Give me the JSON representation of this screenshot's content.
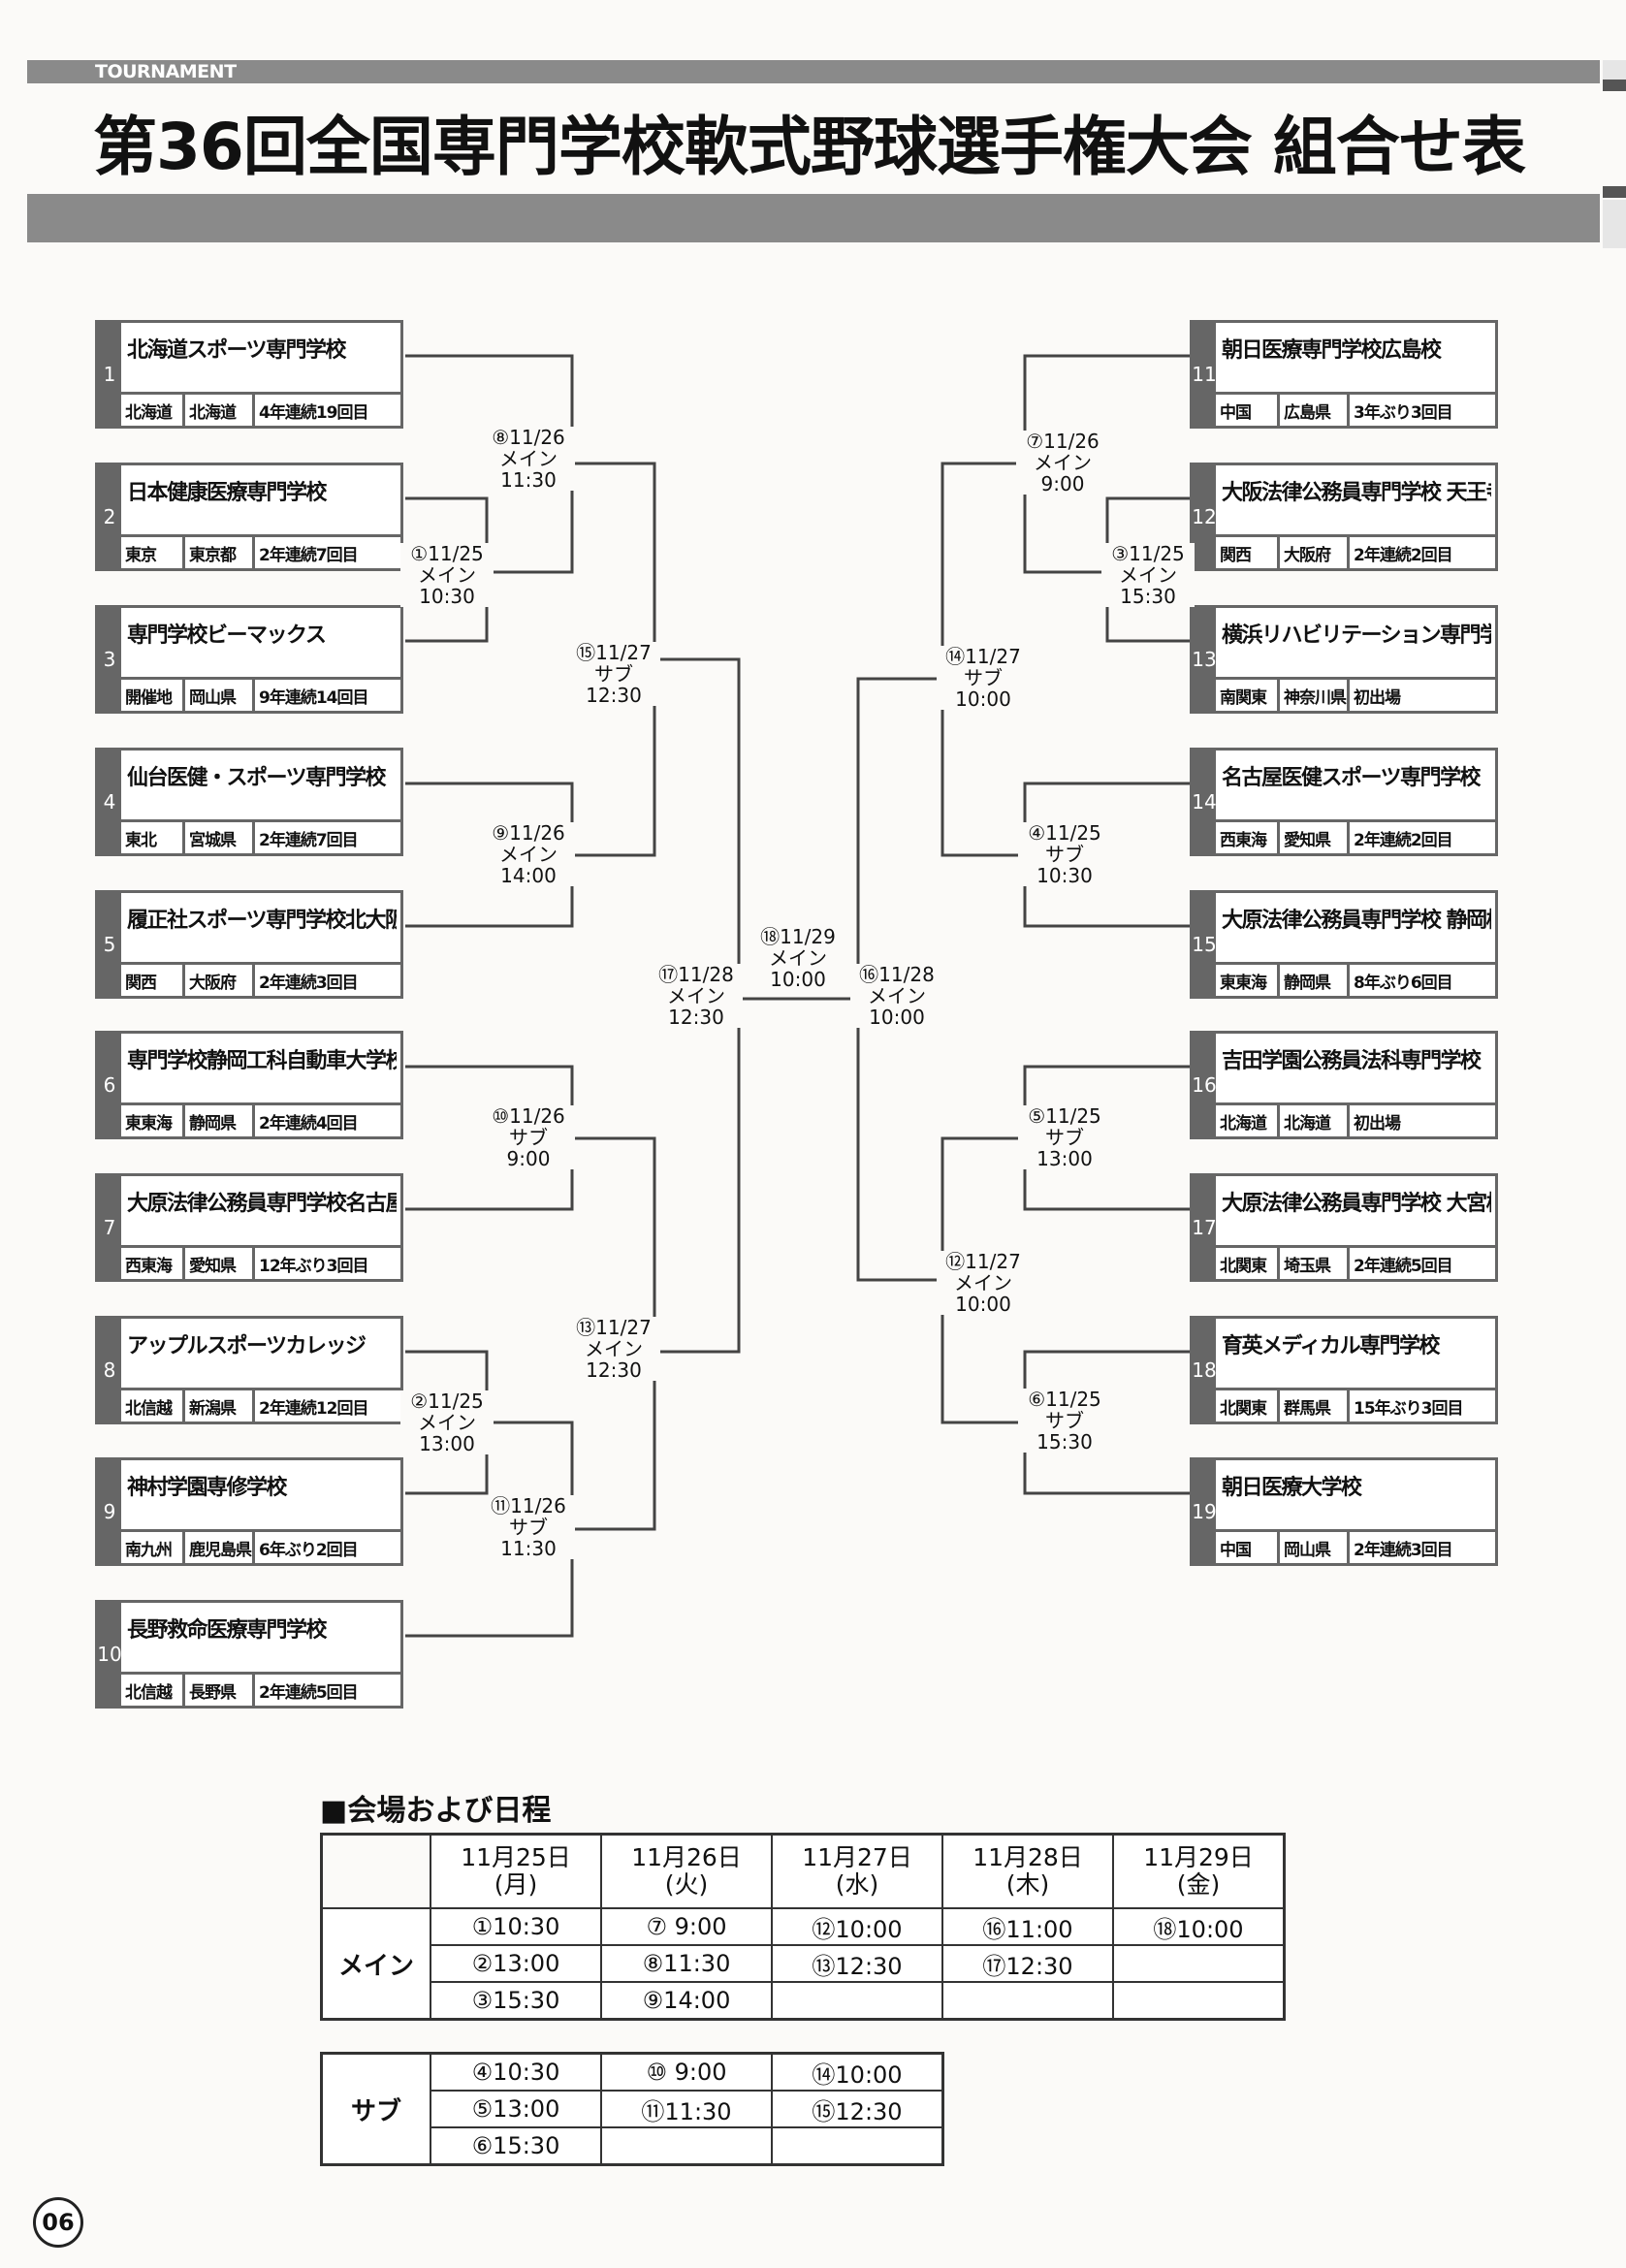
{
  "header": {
    "label": "TOURNAMENT",
    "title": "第36回全国専門学校軟式野球選手権大会 組合せ表"
  },
  "teams": [
    {
      "no": "1",
      "name": "北海道スポーツ専門学校",
      "region": "北海道",
      "pref": "北海道",
      "history": "4年連続19回目"
    },
    {
      "no": "2",
      "name": "日本健康医療専門学校",
      "region": "東京",
      "pref": "東京都",
      "history": "2年連続7回目"
    },
    {
      "no": "3",
      "name": "専門学校ビーマックス",
      "region": "開催地",
      "pref": "岡山県",
      "history": "9年連続14回目"
    },
    {
      "no": "4",
      "name": "仙台医健・スポーツ専門学校",
      "region": "東北",
      "pref": "宮城県",
      "history": "2年連続7回目"
    },
    {
      "no": "5",
      "name": "履正社スポーツ専門学校北大阪校",
      "region": "関西",
      "pref": "大阪府",
      "history": "2年連続3回目"
    },
    {
      "no": "6",
      "name": "専門学校静岡工科自動車大学校",
      "region": "東東海",
      "pref": "静岡県",
      "history": "2年連続4回目"
    },
    {
      "no": "7",
      "name": "大原法律公務員専門学校名古屋校",
      "region": "西東海",
      "pref": "愛知県",
      "history": "12年ぶり3回目"
    },
    {
      "no": "8",
      "name": "アップルスポーツカレッジ",
      "region": "北信越",
      "pref": "新潟県",
      "history": "2年連続12回目"
    },
    {
      "no": "9",
      "name": "神村学園専修学校",
      "region": "南九州",
      "pref": "鹿児島県",
      "history": "6年ぶり2回目"
    },
    {
      "no": "10",
      "name": "長野救命医療専門学校",
      "region": "北信越",
      "pref": "長野県",
      "history": "2年連続5回目"
    },
    {
      "no": "11",
      "name": "朝日医療専門学校広島校",
      "region": "中国",
      "pref": "広島県",
      "history": "3年ぶり3回目"
    },
    {
      "no": "12",
      "name": "大阪法律公務員専門学校 天王寺校",
      "region": "関西",
      "pref": "大阪府",
      "history": "2年連続2回目"
    },
    {
      "no": "13",
      "name": "横浜リハビリテーション専門学校",
      "region": "南関東",
      "pref": "神奈川県",
      "history": "初出場"
    },
    {
      "no": "14",
      "name": "名古屋医健スポーツ専門学校",
      "region": "西東海",
      "pref": "愛知県",
      "history": "2年連続2回目"
    },
    {
      "no": "15",
      "name": "大原法律公務員専門学校 静岡校",
      "region": "東東海",
      "pref": "静岡県",
      "history": "8年ぶり6回目"
    },
    {
      "no": "16",
      "name": "吉田学園公務員法科専門学校",
      "region": "北海道",
      "pref": "北海道",
      "history": "初出場"
    },
    {
      "no": "17",
      "name": "大原法律公務員専門学校 大宮校",
      "region": "北関東",
      "pref": "埼玉県",
      "history": "2年連続5回目"
    },
    {
      "no": "18",
      "name": "育英メディカル専門学校",
      "region": "北関東",
      "pref": "群馬県",
      "history": "15年ぶり3回目"
    },
    {
      "no": "19",
      "name": "朝日医療大学校",
      "region": "中国",
      "pref": "岡山県",
      "history": "2年連続3回目"
    }
  ],
  "matches": {
    "m1": {
      "l1": "①11/25",
      "l2": "メイン",
      "l3": "10:30"
    },
    "m2": {
      "l1": "②11/25",
      "l2": "メイン",
      "l3": "13:00"
    },
    "m3": {
      "l1": "③11/25",
      "l2": "メイン",
      "l3": "15:30"
    },
    "m4": {
      "l1": "④11/25",
      "l2": "サブ",
      "l3": "10:30"
    },
    "m5": {
      "l1": "⑤11/25",
      "l2": "サブ",
      "l3": "13:00"
    },
    "m6": {
      "l1": "⑥11/25",
      "l2": "サブ",
      "l3": "15:30"
    },
    "m7": {
      "l1": "⑦11/26",
      "l2": "メイン",
      "l3": "9:00"
    },
    "m8": {
      "l1": "⑧11/26",
      "l2": "メイン",
      "l3": "11:30"
    },
    "m9": {
      "l1": "⑨11/26",
      "l2": "メイン",
      "l3": "14:00"
    },
    "m10": {
      "l1": "⑩11/26",
      "l2": "サブ",
      "l3": "9:00"
    },
    "m11": {
      "l1": "⑪11/26",
      "l2": "サブ",
      "l3": "11:30"
    },
    "m12": {
      "l1": "⑫11/27",
      "l2": "メイン",
      "l3": "10:00"
    },
    "m13": {
      "l1": "⑬11/27",
      "l2": "メイン",
      "l3": "12:30"
    },
    "m14": {
      "l1": "⑭11/27",
      "l2": "サブ",
      "l3": "10:00"
    },
    "m15": {
      "l1": "⑮11/27",
      "l2": "サブ",
      "l3": "12:30"
    },
    "m16": {
      "l1": "⑯11/28",
      "l2": "メイン",
      "l3": "10:00"
    },
    "m17": {
      "l1": "⑰11/28",
      "l2": "メイン",
      "l3": "12:30"
    },
    "m18": {
      "l1": "⑱11/29",
      "l2": "メイン",
      "l3": "10:00"
    }
  },
  "schedule": {
    "heading": "■会場および日程",
    "days": [
      {
        "date": "11月25日",
        "dow": "(月)"
      },
      {
        "date": "11月26日",
        "dow": "(火)"
      },
      {
        "date": "11月27日",
        "dow": "(水)"
      },
      {
        "date": "11月28日",
        "dow": "(木)"
      },
      {
        "date": "11月29日",
        "dow": "(金)"
      }
    ],
    "main_label": "メイン",
    "main_rows": [
      [
        "①10:30",
        "⑦ 9:00",
        "⑫10:00",
        "⑯11:00",
        "⑱10:00"
      ],
      [
        "②13:00",
        "⑧11:30",
        "⑬12:30",
        "⑰12:30",
        ""
      ],
      [
        "③15:30",
        "⑨14:00",
        "",
        "",
        ""
      ]
    ],
    "sub_label": "サブ",
    "sub_rows": [
      [
        "④10:30",
        "⑩ 9:00",
        "⑭10:00"
      ],
      [
        "⑤13:00",
        "⑪11:30",
        "⑮12:30"
      ],
      [
        "⑥15:30",
        "",
        ""
      ]
    ]
  },
  "page_number": "06"
}
